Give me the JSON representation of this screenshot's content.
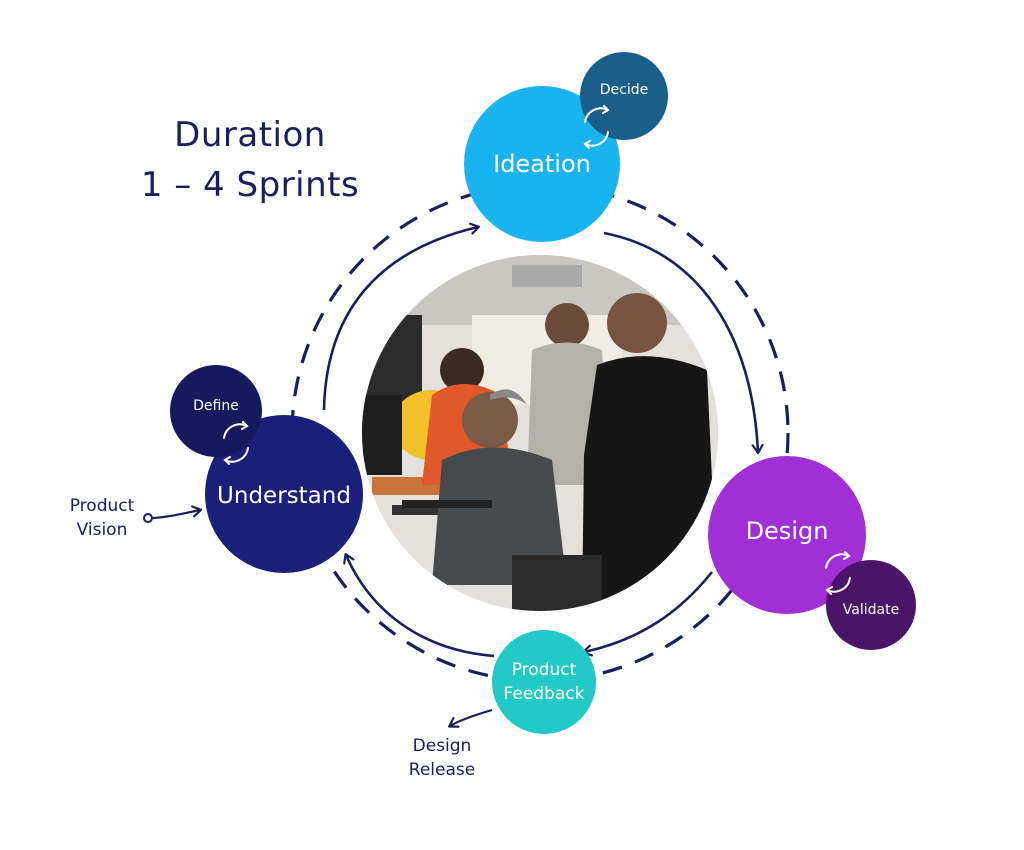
{
  "title": {
    "line1": "Duration",
    "line2": "1 – 4 Sprints"
  },
  "stages": {
    "ideation": {
      "label": "Ideation",
      "color": "#19b4f0"
    },
    "decide": {
      "label": "Decide",
      "color": "#1a5f8a"
    },
    "design": {
      "label": "Design",
      "color": "#a02fd6"
    },
    "validate": {
      "label": "Validate",
      "color": "#4a1468"
    },
    "feedback": {
      "line1": "Product",
      "line2": "Feedback",
      "color": "#22c9c6"
    },
    "understand": {
      "label": "Understand",
      "color": "#1a1f7a"
    },
    "define": {
      "label": "Define",
      "color": "#151a5e"
    }
  },
  "inputs": {
    "product_vision": {
      "line1": "Product",
      "line2": "Vision"
    },
    "design_release": {
      "line1": "Design",
      "line2": "Release"
    }
  },
  "colors": {
    "navy": "#1a1f5c",
    "white": "#ffffff"
  },
  "photo": {
    "description_icon": "team-photo"
  }
}
